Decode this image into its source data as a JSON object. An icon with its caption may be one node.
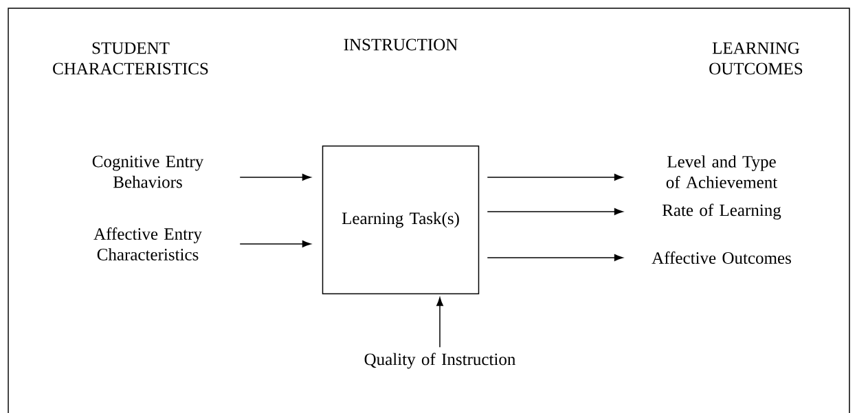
{
  "diagram": {
    "nodes": [
      {
        "text": [
          "Cognitive Entry Behaviors"
        ]
      },
      {
        "text": [
          "Affective Entry Characteristics"
        ]
      },
      {
        "text": [
          "Learning Task(s)"
        ]
      },
      {
        "text": [
          "Level and Type of Achievement"
        ]
      },
      {
        "text": [
          "Rate of Learning"
        ]
      },
      {
        "text": [
          "Affective Outcomes"
        ]
      },
      {
        "text": [
          "Quality of Instruction"
        ]
      }
    ],
    "edges": [
      {
        "from": 0,
        "to": 2,
        "arrow": "to"
      },
      {
        "from": 1,
        "to": 2,
        "arrow": "to"
      },
      {
        "from": 2,
        "to": 3,
        "arrow": "to"
      },
      {
        "from": 2,
        "to": 4,
        "arrow": "to"
      },
      {
        "from": 2,
        "to": 5,
        "arrow": "to"
      },
      {
        "from": 6,
        "to": 2,
        "arrow": "to"
      }
    ],
    "labels": [
      "STUDENT CHARACTERISTICS",
      "INSTRUCTION",
      "LEARNING OUTCOMES"
    ]
  }
}
